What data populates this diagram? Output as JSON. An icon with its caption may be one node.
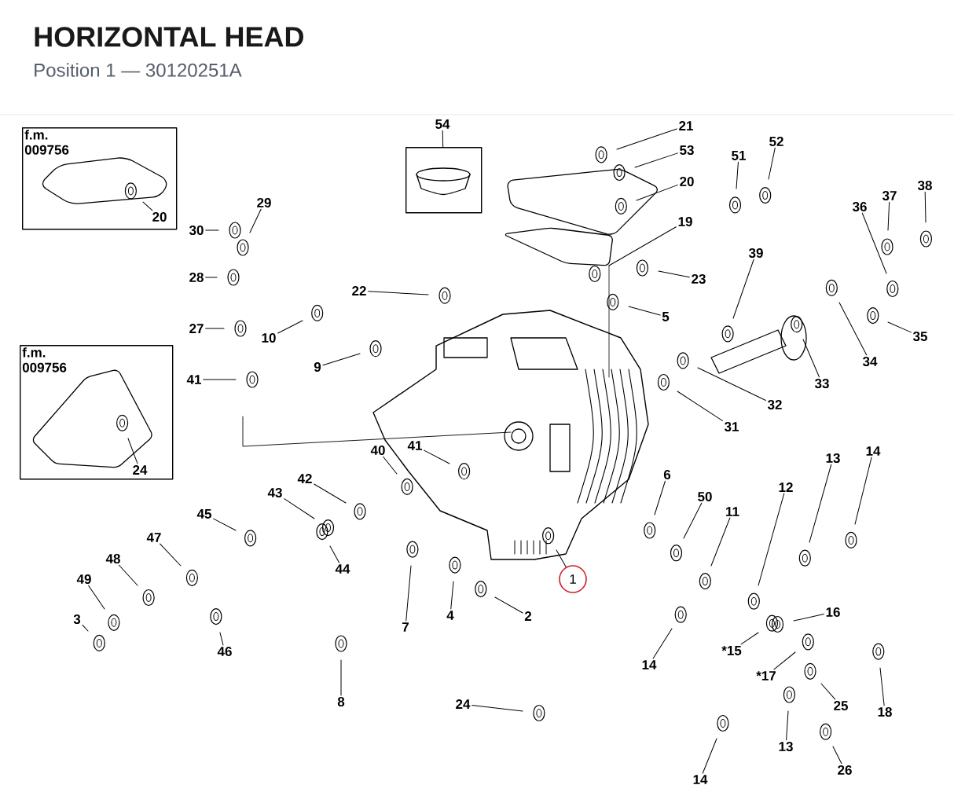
{
  "diagram": {
    "title": "HORIZONTAL HEAD",
    "nodes": [
      {
        "text": [
          "f.m. 009756"
        ]
      },
      {
        "text": [
          "20"
        ],
        "in": 0
      },
      {
        "text": [
          "54"
        ]
      },
      {
        "text": [],
        "shape": "box"
      },
      {
        "text": [
          "21"
        ]
      },
      {
        "text": [
          "53"
        ]
      },
      {
        "text": [
          "20"
        ]
      },
      {
        "text": [
          "51"
        ]
      },
      {
        "text": [
          "52"
        ]
      },
      {
        "text": [
          "38"
        ]
      },
      {
        "text": [
          "37"
        ]
      },
      {
        "text": [
          "36"
        ]
      },
      {
        "text": [
          "29"
        ]
      },
      {
        "text": [
          "30"
        ]
      },
      {
        "text": [
          "19"
        ]
      },
      {
        "text": [
          "28"
        ]
      },
      {
        "text": [
          "39"
        ]
      },
      {
        "text": [
          "23"
        ]
      },
      {
        "text": [
          "22"
        ]
      },
      {
        "text": [
          "5"
        ]
      },
      {
        "text": [
          "10"
        ]
      },
      {
        "text": [
          "27"
        ]
      },
      {
        "text": [
          "35"
        ]
      },
      {
        "text": [
          "9"
        ]
      },
      {
        "text": [
          "34"
        ]
      },
      {
        "text": [
          "41"
        ]
      },
      {
        "text": [
          "33"
        ]
      },
      {
        "text": [
          "f.m. 009756"
        ]
      },
      {
        "text": [
          "24"
        ],
        "in": 27
      },
      {
        "text": [
          "32"
        ]
      },
      {
        "text": [
          "31"
        ]
      },
      {
        "text": [
          "41"
        ]
      },
      {
        "text": [
          "40"
        ]
      },
      {
        "text": [
          "14"
        ]
      },
      {
        "text": [
          "13"
        ]
      },
      {
        "text": [
          "6"
        ]
      },
      {
        "text": [
          "42"
        ]
      },
      {
        "text": [
          "50"
        ]
      },
      {
        "text": [
          "12"
        ]
      },
      {
        "text": [
          "11"
        ]
      },
      {
        "text": [
          "43"
        ]
      },
      {
        "text": [
          "45"
        ]
      },
      {
        "text": [
          "47"
        ]
      },
      {
        "text": [
          "44"
        ]
      },
      {
        "text": [
          "1"
        ]
      },
      {
        "text": [
          "48"
        ]
      },
      {
        "text": [
          "49"
        ]
      },
      {
        "text": [
          "7"
        ]
      },
      {
        "text": [
          "4"
        ]
      },
      {
        "text": [
          "2"
        ]
      },
      {
        "text": [
          "3"
        ]
      },
      {
        "text": [
          "16"
        ]
      },
      {
        "text": [
          "*15"
        ]
      },
      {
        "text": [
          "14"
        ]
      },
      {
        "text": [
          "46"
        ]
      },
      {
        "text": [
          "*17"
        ]
      },
      {
        "text": [
          "8"
        ]
      },
      {
        "text": [
          "24"
        ]
      },
      {
        "text": [
          "25"
        ]
      },
      {
        "text": [
          "18"
        ]
      },
      {
        "text": [
          "13"
        ]
      },
      {
        "text": [
          "26"
        ]
      },
      {
        "text": [
          "14"
        ]
      }
    ],
    "edges": [
      {
        "from": 1,
        "to": null,
        "arrow": "none"
      },
      {
        "from": 2,
        "to": 3,
        "arrow": "none"
      },
      {
        "from": 4,
        "to": null,
        "arrow": "none"
      },
      {
        "from": 5,
        "to": null,
        "arrow": "none"
      },
      {
        "from": 6,
        "to": null,
        "arrow": "none"
      },
      {
        "from": 7,
        "to": null,
        "arrow": "none"
      },
      {
        "from": 8,
        "to": null,
        "arrow": "none"
      },
      {
        "from": 9,
        "to": null,
        "arrow": "none"
      },
      {
        "from": 10,
        "to": null,
        "arrow": "none"
      },
      {
        "from": 11,
        "to": null,
        "arrow": "none"
      },
      {
        "from": 12,
        "to": null,
        "arrow": "none"
      },
      {
        "from": 13,
        "to": null,
        "arrow": "none"
      },
      {
        "from": 14,
        "to": null,
        "arrow": "none"
      },
      {
        "from": 15,
        "to": null,
        "arrow": "none"
      },
      {
        "from": 16,
        "to": null,
        "arrow": "none"
      },
      {
        "from": 17,
        "to": null,
        "arrow": "none"
      },
      {
        "from": 18,
        "to": null,
        "arrow": "none"
      },
      {
        "from": 19,
        "to": null,
        "arrow": "none"
      },
      {
        "from": 20,
        "to": null,
        "arrow": "none"
      },
      {
        "from": 21,
        "to": null,
        "arrow": "none"
      },
      {
        "from": 22,
        "to": null,
        "arrow": "none"
      },
      {
        "from": 23,
        "to": null,
        "arrow": "none"
      },
      {
        "from": 24,
        "to": null,
        "arrow": "none"
      },
      {
        "from": 25,
        "to": null,
        "arrow": "none"
      },
      {
        "from": 26,
        "to": null,
        "arrow": "none"
      },
      {
        "from": 28,
        "to": null,
        "arrow": "none"
      },
      {
        "from": 29,
        "to": null,
        "arrow": "none"
      },
      {
        "from": 30,
        "to": null,
        "arrow": "none"
      },
      {
        "from": 31,
        "to": null,
        "arrow": "none"
      },
      {
        "from": 32,
        "to": null,
        "arrow": "none"
      },
      {
        "from": 33,
        "to": null,
        "arrow": "none"
      },
      {
        "from": 34,
        "to": null,
        "arrow": "none"
      },
      {
        "from": 35,
        "to": null,
        "arrow": "none"
      },
      {
        "from": 36,
        "to": null,
        "arrow": "none"
      },
      {
        "from": 37,
        "to": null,
        "arrow": "none"
      },
      {
        "from": 38,
        "to": null,
        "arrow": "none"
      },
      {
        "from": 39,
        "to": null,
        "arrow": "none"
      },
      {
        "from": 40,
        "to": null,
        "arrow": "none"
      },
      {
        "from": 41,
        "to": null,
        "arrow": "none"
      },
      {
        "from": 42,
        "to": null,
        "arrow": "none"
      },
      {
        "from": 43,
        "to": null,
        "arrow": "none"
      },
      {
        "from": 44,
        "to": null,
        "arrow": "none"
      },
      {
        "from": 45,
        "to": null,
        "arrow": "none"
      },
      {
        "from": 46,
        "to": null,
        "arrow": "none"
      },
      {
        "from": 47,
        "to": null,
        "arrow": "none"
      },
      {
        "from": 48,
        "to": null,
        "arrow": "none"
      },
      {
        "from": 49,
        "to": null,
        "arrow": "none"
      },
      {
        "from": 50,
        "to": null,
        "arrow": "none"
      },
      {
        "from": 51,
        "to": null,
        "arrow": "none"
      },
      {
        "from": 52,
        "to": null,
        "arrow": "none"
      },
      {
        "from": 53,
        "to": null,
        "arrow": "none"
      },
      {
        "from": 54,
        "to": null,
        "arrow": "none"
      },
      {
        "from": 55,
        "to": null,
        "arrow": "none"
      },
      {
        "from": 56,
        "to": null,
        "arrow": "none"
      },
      {
        "from": 57,
        "to": null,
        "arrow": "none"
      },
      {
        "from": 58,
        "to": null,
        "arrow": "none"
      },
      {
        "from": 59,
        "to": null,
        "arrow": "none"
      },
      {
        "from": 60,
        "to": null,
        "arrow": "none"
      },
      {
        "from": 61,
        "to": null,
        "arrow": "none"
      },
      {
        "from": 62,
        "to": null,
        "arrow": "none"
      }
    ],
    "labels": [
      "Position 1 — 30120251A"
    ]
  }
}
